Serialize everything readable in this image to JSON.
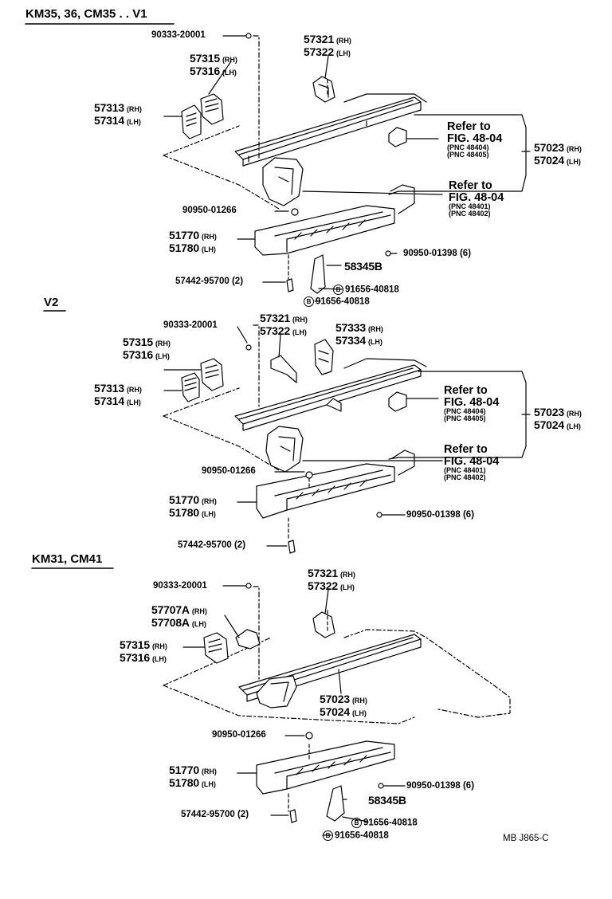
{
  "sections": {
    "s1": {
      "header": "KM35, 36, CM35 . . V1"
    },
    "s2": {
      "header": "V2"
    },
    "s3": {
      "header": "KM31, CM41"
    }
  },
  "parts": {
    "p90333": "90333-20001",
    "p57321": "57321",
    "p57322": "57322",
    "p57315": "57315",
    "p57316": "57316",
    "p57313": "57313",
    "p57314": "57314",
    "p57333": "57333",
    "p57334": "57334",
    "p57707": "57707A",
    "p57708": "57708A",
    "p57023": "57023",
    "p57024": "57024",
    "p90950a": "90950-01266",
    "p51770": "51770",
    "p51780": "51780",
    "p90950b": "90950-01398 (6)",
    "p58345": "58345B",
    "p57442": "57442-95700 (2)",
    "p91656": "91656-40818"
  },
  "sides": {
    "rh": "(RH)",
    "lh": "(LH)"
  },
  "refs": {
    "refer_to": "Refer to",
    "fig": "FIG. 48-04",
    "pnc_a1": "(PNC 48404)",
    "pnc_a2": "(PNC 48405)",
    "pnc_b1": "(PNC 48401)",
    "pnc_b2": "(PNC 48402)"
  },
  "callout_letter": "B",
  "footer": "MB  J865-C"
}
